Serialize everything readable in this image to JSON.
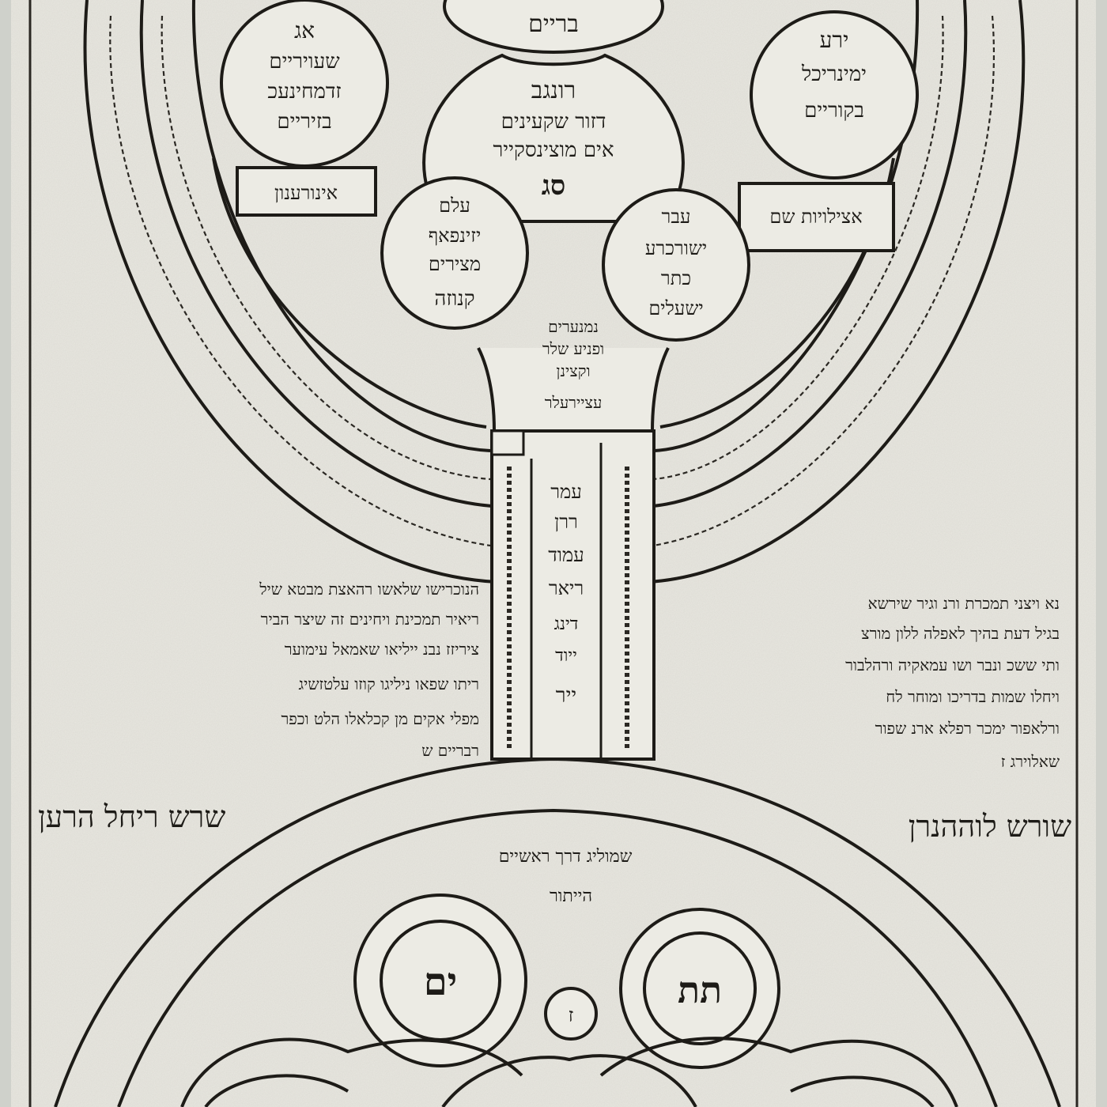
{
  "ink_color": "#1d1b17",
  "paper_color": "#e9e8e1",
  "upper_tree": {
    "top_circle_text": "בריים",
    "center_circle": {
      "heading": "רונגב",
      "lines": [
        "דזור שקעינים",
        "אים מוצינסקייר",
        "סג"
      ]
    },
    "left_upper_circle": {
      "heading": "אג",
      "lines": [
        "שעויריים",
        "זדמחינעכ",
        "בזיריים"
      ]
    },
    "right_upper_circle": {
      "heading": "ירע",
      "lines": [
        "ימינריכל",
        "בקוריים"
      ]
    },
    "left_lower_circle": {
      "heading": "עלם",
      "lines": [
        "יזינפאף",
        "מצירים",
        "קנוזה"
      ]
    },
    "right_lower_circle": {
      "heading": "עבר",
      "lines": [
        "ישורכרע",
        "כתר",
        "ישעלים"
      ]
    },
    "left_label_box": "אינורענון",
    "right_label_box": "אצילויות שם",
    "trunk_top_text": [
      "נמנערים",
      "ופניע שלר",
      "וקצינן",
      "עציירעלר"
    ],
    "trunk_center_column": [
      "עמר",
      "ררן",
      "עמוד",
      "ריאר",
      "דינג",
      "ייוד",
      "ייר"
    ]
  },
  "side_text_left": [
    "הנוכרישו שלאשו רהאצת מבטא שיל",
    "ריאיר תמכינת ויחינים זה שיצר הביר",
    "ציריזז נבנ ייליאו שאמאל עימוער",
    "ריתו שפאו ניליגו קוזו עלטזשיג",
    "מפלי אקים מן קכלאלו הלט וכפר",
    "רבריים ש"
  ],
  "side_text_right": [
    "נא ויצני תמכרת ורנ וגיר שירשא",
    "בגיל דעת בהיך לאפלה ללון מורצ",
    "ותי ששכ ונבר ושו עמאקיה ורהלבור",
    "ויחלו שמות בדריכו ומוחר לח",
    "ורלאפור ימכר רפלא ארנ שפור",
    "שאלוירג ז"
  ],
  "caption_left": "שרש ריחל הרען",
  "caption_right": "שורש לוההנרן",
  "lower_tree": {
    "arc_heading_line1": "שמוליג דרך ראשיים",
    "arc_heading_line2": "הייתור",
    "left_circle": "ים",
    "right_circle": "תת",
    "center_small_circle": "ז"
  }
}
